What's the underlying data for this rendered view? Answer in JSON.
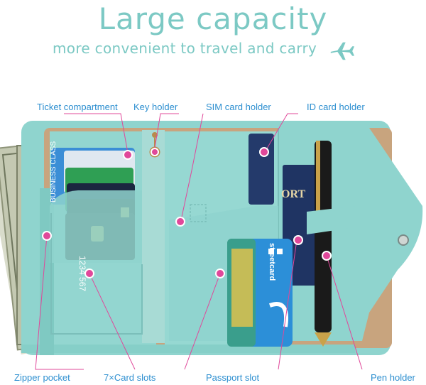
{
  "headline": "Large capacity",
  "subline": "more convenient to travel and carry",
  "icons": {
    "travel": "airplane-icon"
  },
  "colors": {
    "accent": "#7cc9c4",
    "label": "#2d8fd0",
    "pointer": "#e0489a",
    "wallet": "#8fd4ce",
    "lining": "#c8a47e"
  },
  "labels": {
    "ticket_compartment": "Ticket compartment",
    "key_holder": "Key holder",
    "sim_card_holder": "SIM card holder",
    "id_card_holder": "ID card holder",
    "zipper_pocket": "Zipper pocket",
    "card_slots": "7×Card slots",
    "passport_slot": "Passport slot",
    "pen_holder": "Pen holder"
  },
  "cards": {
    "business_class": "BUSINESS CLASS",
    "card_number": "1234 567",
    "street_card": "streetcard"
  },
  "passport": {
    "text": "ORT"
  }
}
